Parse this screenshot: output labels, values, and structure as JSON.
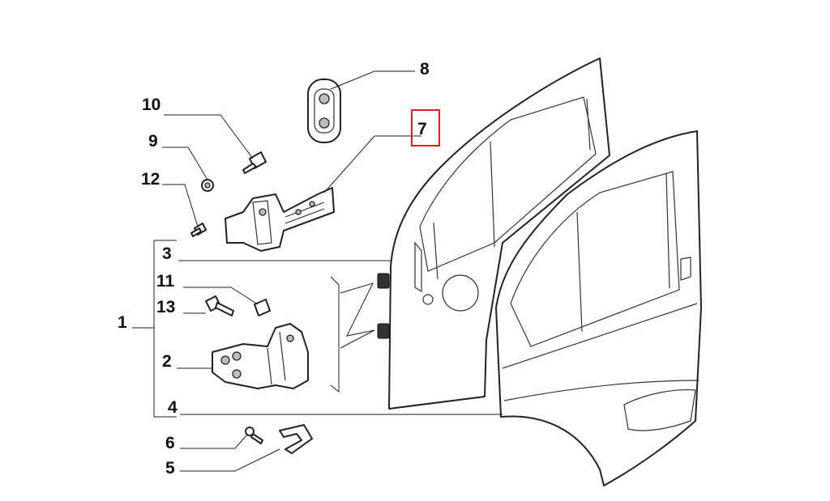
{
  "callouts": [
    {
      "id": "c8",
      "label": "8"
    },
    {
      "id": "c7",
      "label": "7"
    },
    {
      "id": "c10",
      "label": "10"
    },
    {
      "id": "c9",
      "label": "9"
    },
    {
      "id": "c12",
      "label": "12"
    },
    {
      "id": "c3",
      "label": "3"
    },
    {
      "id": "c11",
      "label": "11"
    },
    {
      "id": "c13",
      "label": "13"
    },
    {
      "id": "c1",
      "label": "1"
    },
    {
      "id": "c2",
      "label": "2"
    },
    {
      "id": "c4",
      "label": "4"
    },
    {
      "id": "c6",
      "label": "6"
    },
    {
      "id": "c5",
      "label": "5"
    }
  ],
  "highlight": {
    "label": "7",
    "color": "#e02020"
  },
  "colors": {
    "line": "#222222",
    "shade": "#bdbdbd",
    "background": "#ffffff"
  }
}
